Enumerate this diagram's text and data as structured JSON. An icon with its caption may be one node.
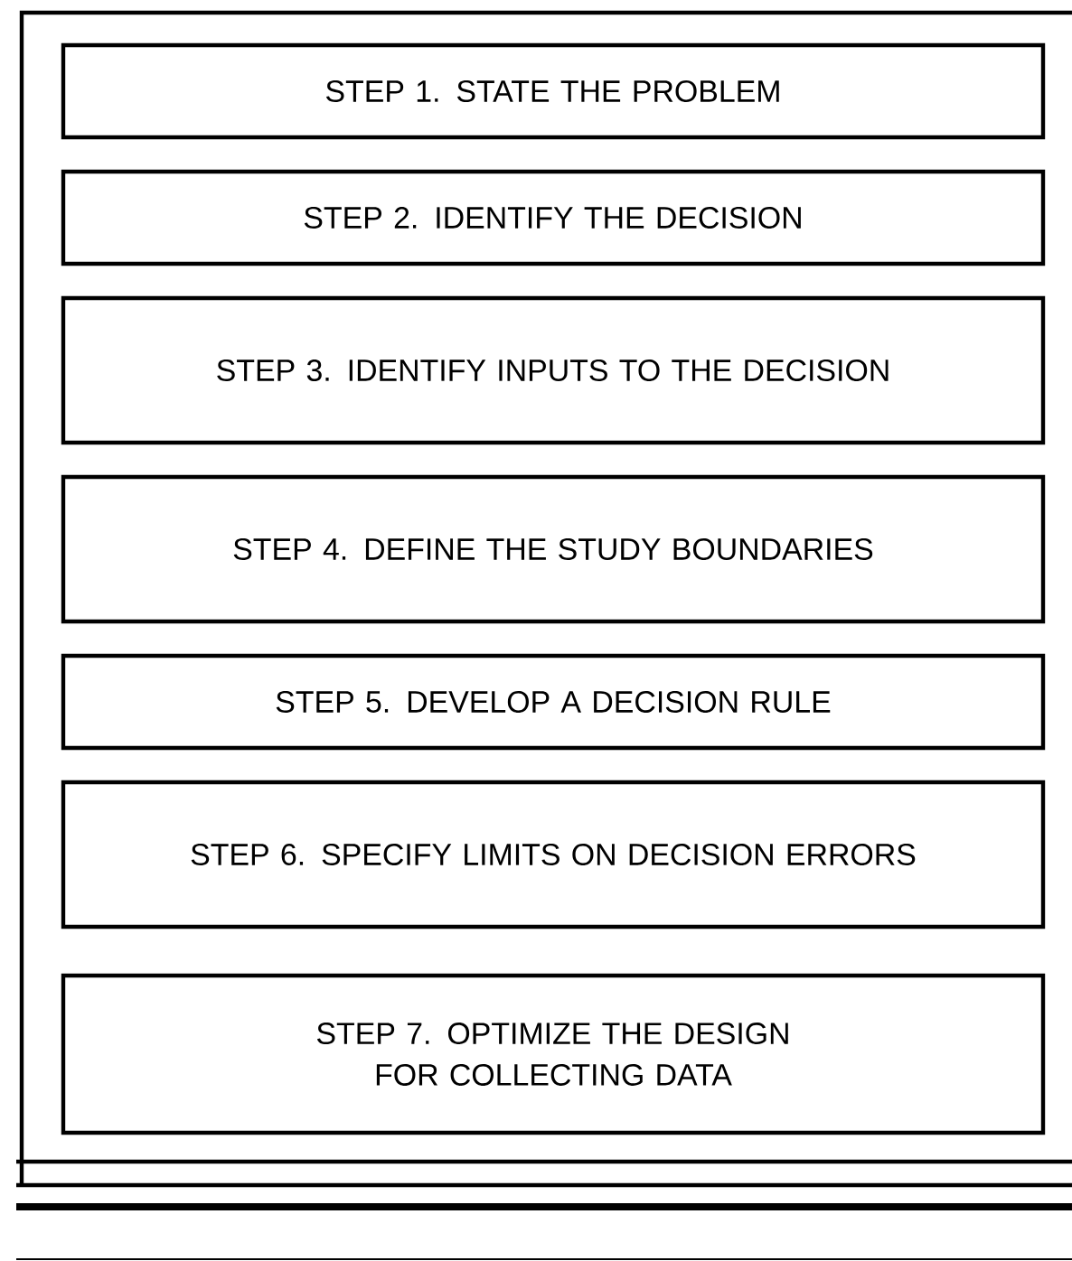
{
  "diagram": {
    "nodes": [
      {
        "text": [
          "STEP 1.  STATE THE PROBLEM"
        ]
      },
      {
        "text": [
          "STEP 2.  IDENTIFY THE DECISION"
        ]
      },
      {
        "text": [
          "STEP 3.  IDENTIFY INPUTS TO THE DECISION"
        ]
      },
      {
        "text": [
          "STEP 4.  DEFINE THE STUDY BOUNDARIES"
        ]
      },
      {
        "text": [
          "STEP 5.  DEVELOP A DECISION RULE"
        ]
      },
      {
        "text": [
          "STEP 6.  SPECIFY LIMITS ON DECISION ERRORS"
        ]
      },
      {
        "text": [
          "STEP 7.  OPTIMIZE THE DESIGN FOR COLLECTING DATA"
        ]
      }
    ]
  }
}
